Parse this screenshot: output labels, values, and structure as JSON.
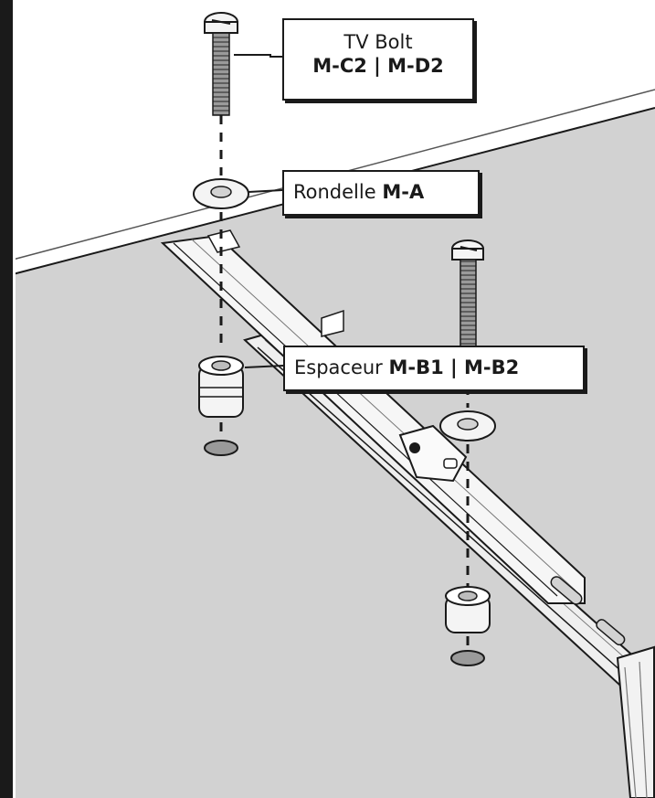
{
  "colors": {
    "wall": "#d2d2d2",
    "line": "#1a1a1a",
    "part_fill": "#f4f4f4",
    "thread": "#8a8a8a"
  },
  "callouts": {
    "bolt": {
      "name": "TV Bolt",
      "codes": "M-C2 | M-D2"
    },
    "washer": {
      "name": "Rondelle",
      "code": "M-A"
    },
    "spacer": {
      "name": "Espaceur",
      "code": "M-B1 | M-B2"
    }
  }
}
